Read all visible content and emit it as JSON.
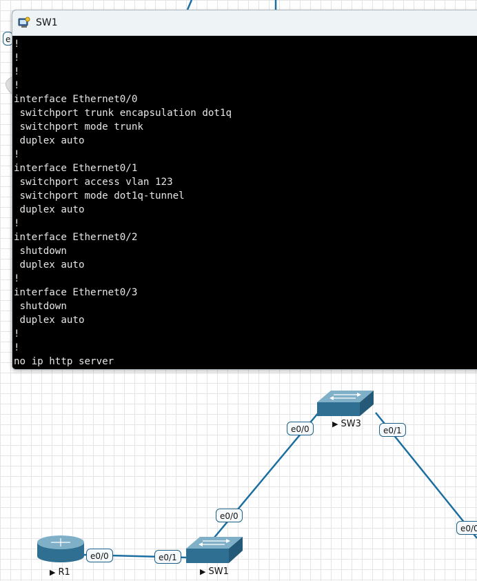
{
  "console": {
    "title": "SW1",
    "lines": [
      "!",
      "!",
      "!",
      "!",
      "interface Ethernet0/0",
      " switchport trunk encapsulation dot1q",
      " switchport mode trunk",
      " duplex auto",
      "!",
      "interface Ethernet0/1",
      " switchport access vlan 123",
      " switchport mode dot1q-tunnel",
      " duplex auto",
      "!",
      "interface Ethernet0/2",
      " shutdown",
      " duplex auto",
      "!",
      "interface Ethernet0/3",
      " shutdown",
      " duplex auto",
      "!",
      "!",
      "no ip http server"
    ]
  },
  "topology": {
    "nodes": [
      {
        "name": "SW3",
        "type": "switch"
      },
      {
        "name": "SW1",
        "type": "switch"
      },
      {
        "name": "R1",
        "type": "router"
      }
    ],
    "port_labels": {
      "sw3_e00": "e0/0",
      "sw3_e01": "e0/1",
      "sw1_e00": "e0/0",
      "sw1_e01": "e0/1",
      "r1_e00": "e0/0",
      "right_e00": "e0/0",
      "top_left_partial": "e"
    }
  },
  "colors": {
    "link": "#1b6ea0",
    "device_top": "#7fb0c8",
    "device_side": "#2f6f91",
    "terminal_bg": "#000000",
    "terminal_fg": "#e6e6e6"
  }
}
